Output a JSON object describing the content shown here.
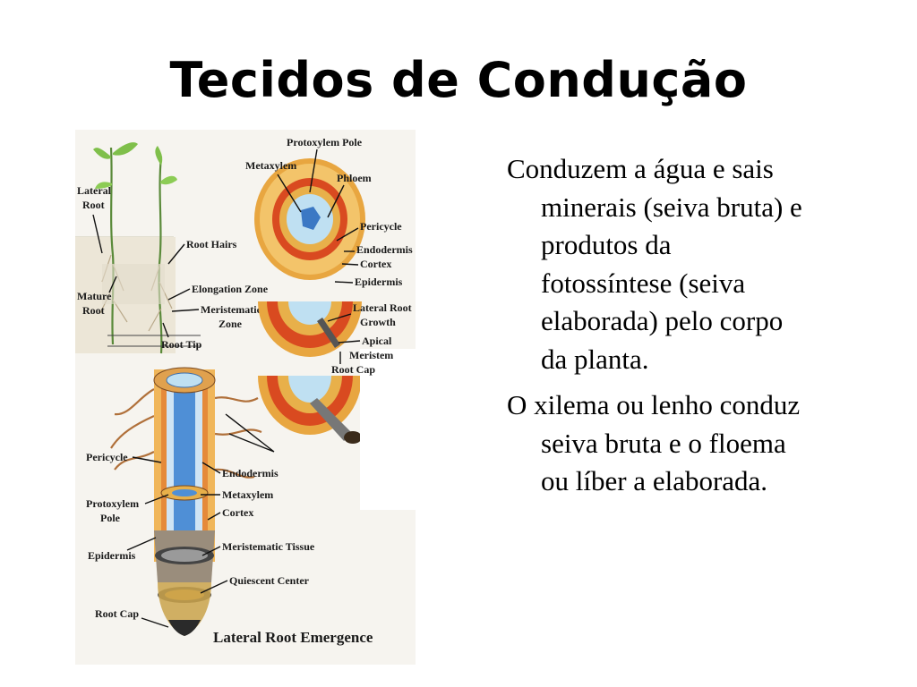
{
  "slide": {
    "title": "Tecidos de Condução",
    "paragraphs": [
      "Conduzem a água e sais minerais (seiva bruta) e produtos da fotossíntese (seiva elaborada) pelo corpo da planta.",
      "O xilema ou lenho conduz seiva bruta e o floema ou líber a elaborada."
    ]
  },
  "figure": {
    "caption": "Lateral Root Emergence",
    "labels": {
      "lateral_root": [
        "Lateral",
        "Root"
      ],
      "root_hairs": "Root Hairs",
      "mature_root": [
        "Mature",
        "Root"
      ],
      "elongation_zone": "Elongation Zone",
      "meristematic_zone": [
        "Meristematic",
        "Zone"
      ],
      "root_tip": "Root Tip",
      "protoxylem_pole_top": "Protoxylem Pole",
      "metaxylem_top": "Metaxylem",
      "phloem": "Phloem",
      "pericycle_top": "Pericycle",
      "endodermis_top": "Endodermis",
      "cortex_top": "Cortex",
      "epidermis_top": "Epidermis",
      "lateral_root_growth": [
        "Lateral Root",
        "Growth"
      ],
      "apical_meristem": [
        "Apical",
        "Meristem"
      ],
      "root_cap_top": "Root Cap",
      "pericycle_left": "Pericycle",
      "endodermis_mid": "Endodermis",
      "protoxylem_pole_left": [
        "Protoxylem",
        "Pole"
      ],
      "metaxylem_mid": "Metaxylem",
      "cortex_mid": "Cortex",
      "epidermis_left": "Epidermis",
      "meristematic_tissue": "Meristematic Tissue",
      "quiescent_center": "Quiescent Center",
      "root_cap_left": "Root Cap"
    }
  }
}
